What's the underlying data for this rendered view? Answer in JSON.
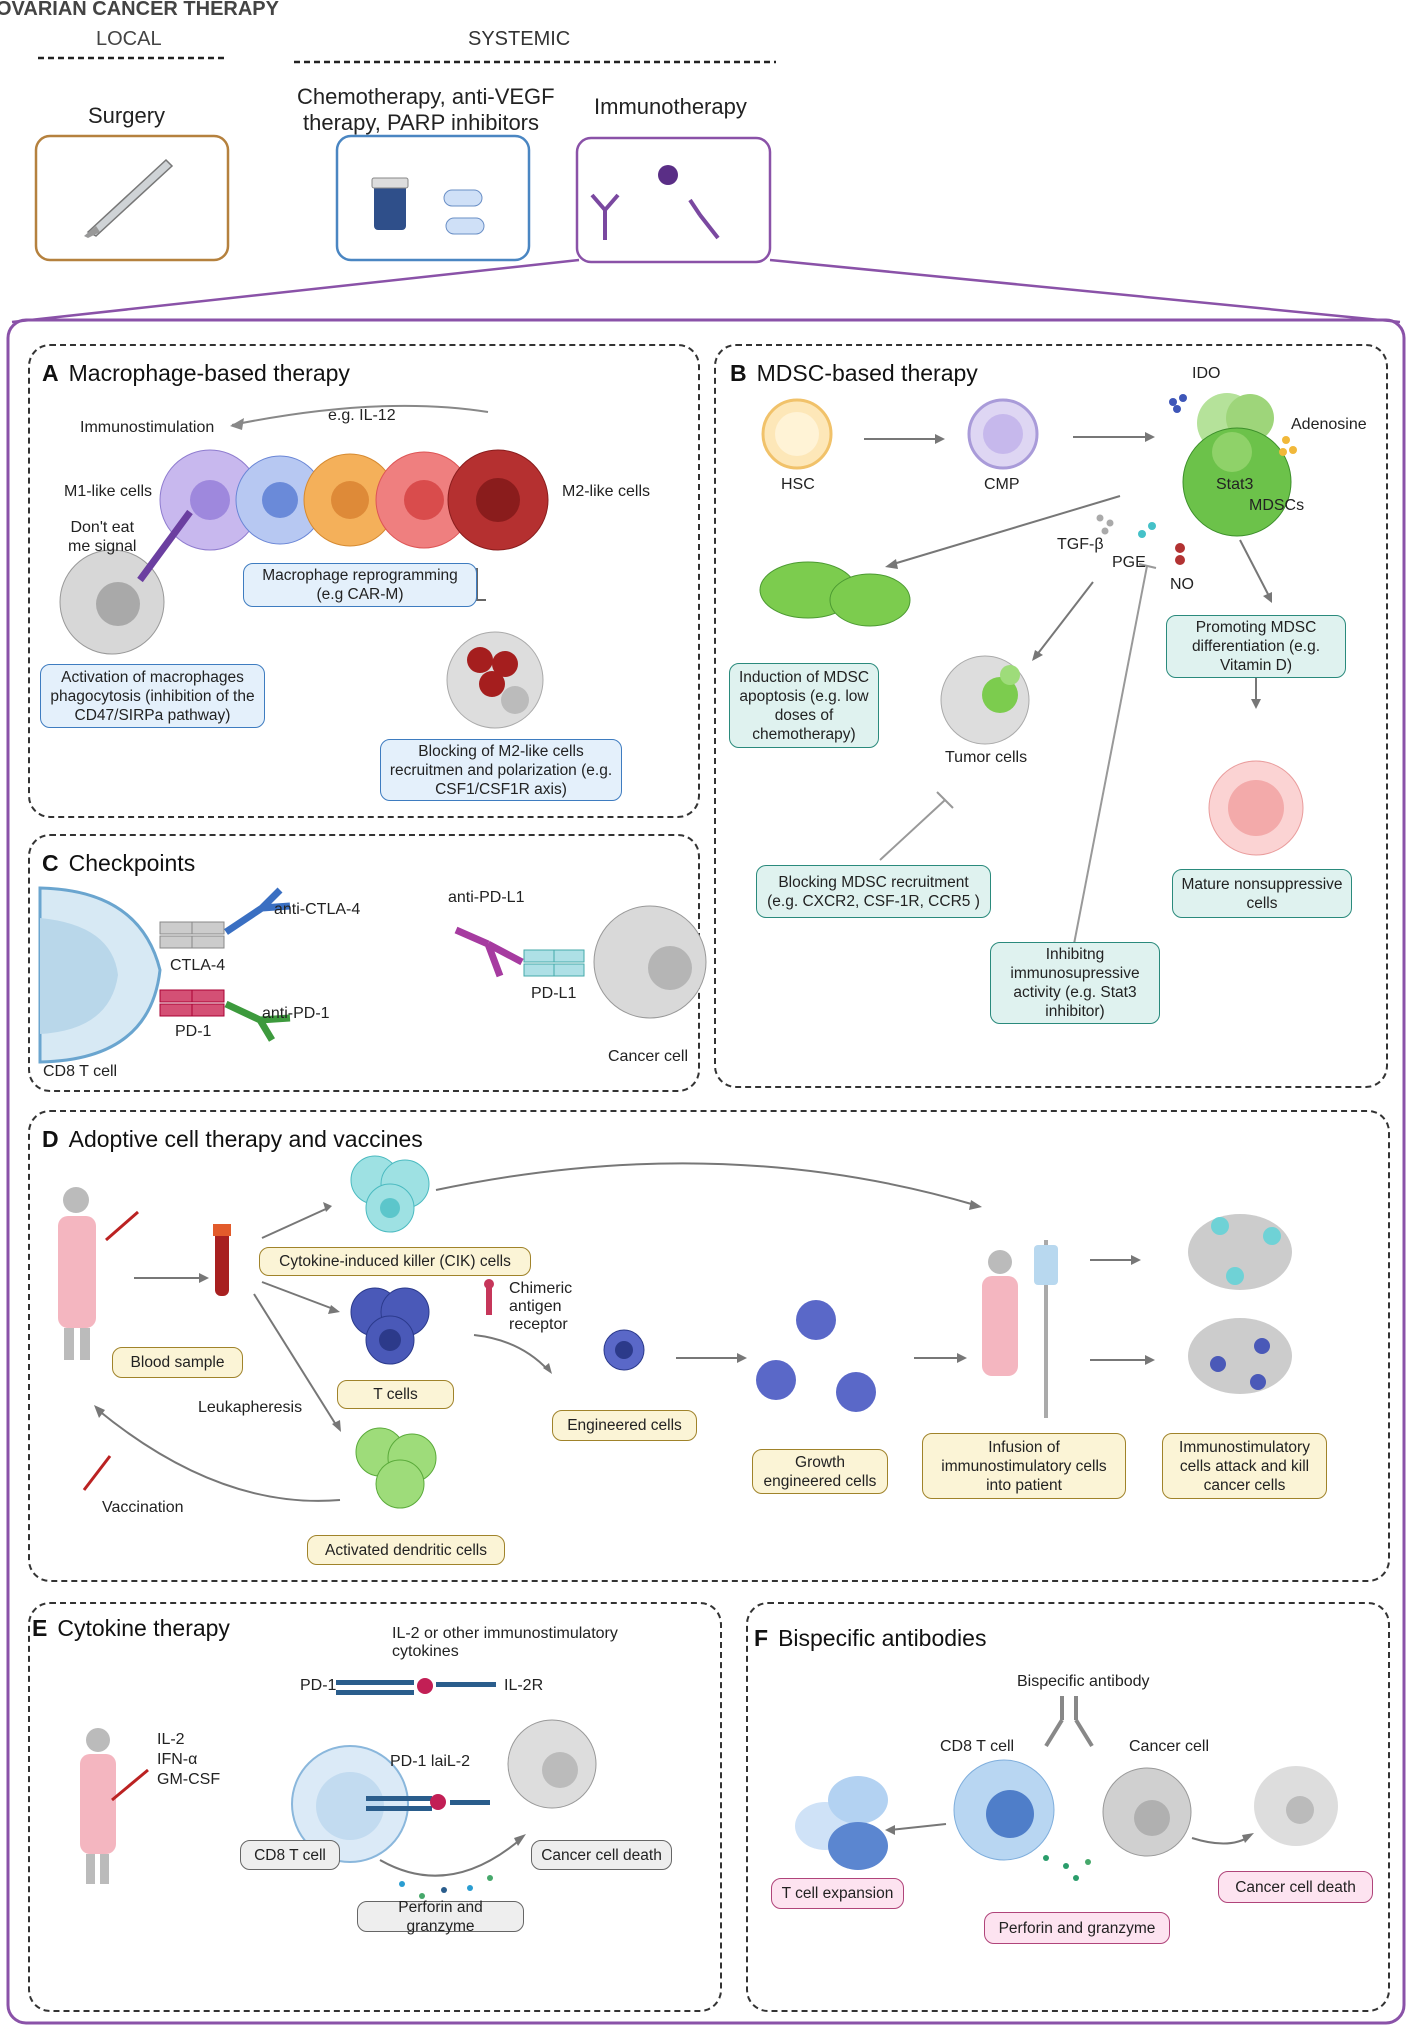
{
  "header": {
    "title": "OVARIAN CANCER THERAPY",
    "local": "LOCAL",
    "systemic": "SYSTEMIC",
    "surgery": "Surgery",
    "chemo_line1": "Chemotherapy, anti-VEGF",
    "chemo_line2": "therapy, PARP inhibitors",
    "immuno": "Immunotherapy"
  },
  "panelA": {
    "letter": "A",
    "title": "Macrophage-based therapy",
    "immunostim": "Immunostimulation",
    "il12": "e.g. IL-12",
    "m1": "M1-like cells",
    "m2": "M2-like cells",
    "dont_eat_1": "Don't eat",
    "dont_eat_2": "me signal",
    "reprog": "Macrophage reprogramming  (e.g CAR-M)",
    "activation": "Activation of macrophages phagocytosis (inhibition of the CD47/SIRPa pathway)",
    "blocking": "Blocking of M2-like cells recruitmen and polarization (e.g. CSF1/CSF1R axis)"
  },
  "panelB": {
    "letter": "B",
    "title": "MDSC-based therapy",
    "hsc": "HSC",
    "cmp": "CMP",
    "ido": "IDO",
    "adenosine": "Adenosine",
    "stat3": "Stat3",
    "mdscs": "MDSCs",
    "tgfb": "TGF-β",
    "pge": "PGE",
    "no": "NO",
    "induction": "Induction of MDSC apoptosis (e.g. low doses of chemotherapy)",
    "tumor": "Tumor cells",
    "promoting": "Promoting MDSC differentiation (e.g. Vitamin D)",
    "blocking": "Blocking MDSC recruitment (e.g. CXCR2, CSF-1R, CCR5 )",
    "inhibiting": "Inhibitng immunosupressive activity (e.g. Stat3 inhibitor)",
    "mature": "Mature nonsuppressive cells"
  },
  "panelC": {
    "letter": "C",
    "title": "Checkpoints",
    "anti_ctla4": "anti-CTLA-4",
    "ctla4": "CTLA-4",
    "anti_pd1": "anti-PD-1",
    "pd1": "PD-1",
    "cd8": "CD8 T cell",
    "anti_pdl1": "anti-PD-L1",
    "pdl1": "PD-L1",
    "cancer": "Cancer cell"
  },
  "panelD": {
    "letter": "D",
    "title": "Adoptive cell therapy and vaccines",
    "blood": "Blood sample",
    "cik": "Cytokine-induced killer (CIK) cells",
    "tcells": "T cells",
    "car_1": "Chimeric",
    "car_2": "antigen",
    "car_3": "receptor",
    "leuka": "Leukapheresis",
    "engineered": "Engineered cells",
    "growth": "Growth engineered cells",
    "infusion": "Infusion of immunostimulatory cells into patient",
    "attack": "Immunostimulatory cells attack and kill cancer cells",
    "vaccination": "Vaccination",
    "dendritic": "Activated dendritic cells"
  },
  "panelE": {
    "letter": "E",
    "title": "Cytokine therapy",
    "il2_1": "IL-2 or other immunostimulatory",
    "il2_2": "cytokines",
    "pd1": "PD-1",
    "il2r": "IL-2R",
    "pd1_iail2": "PD-1 laiL-2",
    "drug1": "IL-2",
    "drug2": "IFN-α",
    "drug3": "GM-CSF",
    "cd8": "CD8 T cell",
    "death": "Cancer cell death",
    "perforin": "Perforin and granzyme"
  },
  "panelF": {
    "letter": "F",
    "title": "Bispecific antibodies",
    "bispecific": "Bispecific antibody",
    "cd8": "CD8 T cell",
    "cancer": "Cancer cell",
    "expansion": "T cell expansion",
    "perforin": "Perforin and granzyme",
    "death": "Cancer cell death"
  },
  "colors": {
    "surgery": "#b5813e",
    "chemo": "#4a86c2",
    "immuno": "#8a52a8",
    "frame": "#8a52a8"
  }
}
